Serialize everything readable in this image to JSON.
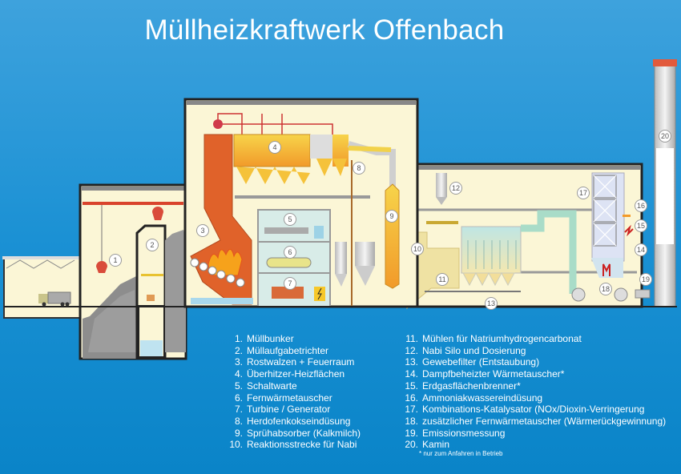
{
  "title": "Müllheizkraftwerk Offenbach",
  "legend": [
    {
      "num": "1.",
      "label": "Müllbunker"
    },
    {
      "num": "2.",
      "label": "Müllaufgabetrichter"
    },
    {
      "num": "3.",
      "label": "Rostwalzen + Feuerraum"
    },
    {
      "num": "4.",
      "label": "Überhitzer-Heizflächen"
    },
    {
      "num": "5.",
      "label": "Schaltwarte"
    },
    {
      "num": "6.",
      "label": "Fernwärmetauscher"
    },
    {
      "num": "7.",
      "label": "Turbine / Generator"
    },
    {
      "num": "8.",
      "label": "Herdofenkokseindüsung"
    },
    {
      "num": "9.",
      "label": "Sprühabsorber (Kalkmilch)"
    },
    {
      "num": "10.",
      "label": "Reaktionsstrecke für Nabi"
    },
    {
      "num": "11.",
      "label": "Mühlen für Natriumhydrogencarbonat"
    },
    {
      "num": "12.",
      "label": "Nabi Silo und Dosierung"
    },
    {
      "num": "13.",
      "label": "Gewebefilter (Entstaubung)"
    },
    {
      "num": "14.",
      "label": "Dampfbeheizter Wärmetauscher*"
    },
    {
      "num": "15.",
      "label": "Erdgasflächenbrenner*"
    },
    {
      "num": "16.",
      "label": "Ammoniakwassereindüsung"
    },
    {
      "num": "17.",
      "label": "Kombinations-Katalysator (NOx/Dioxin-Verringerung"
    },
    {
      "num": "18.",
      "label": "zusätzlicher Fernwärmetauscher (Wärmerückgewinnung)"
    },
    {
      "num": "19.",
      "label": "Emissionsmessung"
    },
    {
      "num": "20.",
      "label": "Kamin"
    }
  ],
  "footnote": "* nur zum Anfahren in Betrieb",
  "markers": [
    "1",
    "2",
    "3",
    "4",
    "5",
    "6",
    "7",
    "8",
    "9",
    "10",
    "11",
    "12",
    "13",
    "14",
    "15",
    "16",
    "17",
    "18",
    "19",
    "20"
  ],
  "colors": {
    "building": "#fbf6d6",
    "wall": "#333333",
    "furnace": "#e0622a",
    "boiler": "#f2b630",
    "filter": "#bfe3e0"
  }
}
